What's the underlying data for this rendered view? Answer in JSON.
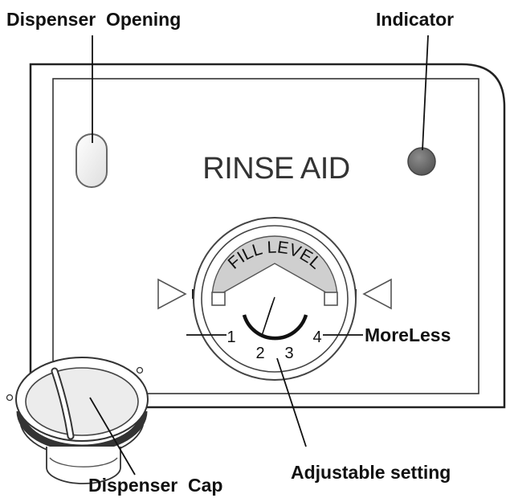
{
  "labels": {
    "dispenser_opening": "Dispenser  Opening",
    "indicator": "Indicator",
    "more_less": "MoreLess",
    "adjustable_setting": "Adjustable setting",
    "dispenser_cap": "Dispenser  Cap"
  },
  "panel": {
    "title": "RINSE AID",
    "fill_level_text": "FILL LEVEL"
  },
  "dial": {
    "numbers": [
      "1",
      "2",
      "3",
      "4"
    ]
  }
}
